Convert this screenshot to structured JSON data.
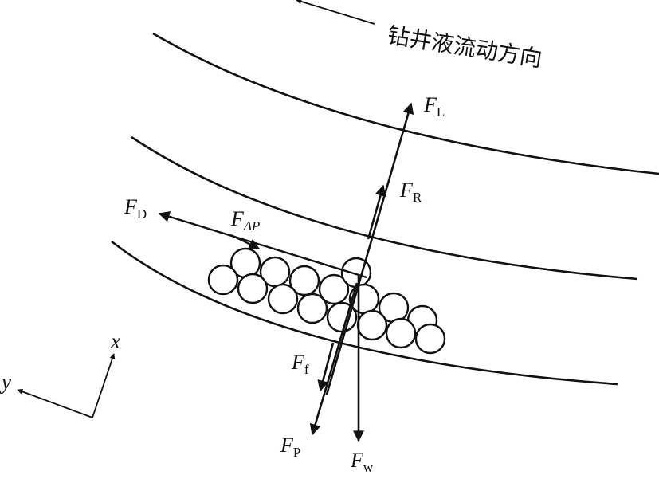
{
  "flow_direction_label": "钻井液流动方向",
  "forces": {
    "lift": {
      "symbol": "F",
      "subscript": "L"
    },
    "resultant": {
      "symbol": "F",
      "subscript": "R"
    },
    "drag": {
      "symbol": "F",
      "subscript": "D"
    },
    "pressure_gradient": {
      "symbol": "F",
      "subscript": "ΔP"
    },
    "friction": {
      "symbol": "F",
      "subscript": "f"
    },
    "pressure": {
      "symbol": "F",
      "subscript": "P"
    },
    "weight": {
      "symbol": "F",
      "subscript": "w"
    }
  },
  "axes": {
    "x": "x",
    "y": "y"
  }
}
